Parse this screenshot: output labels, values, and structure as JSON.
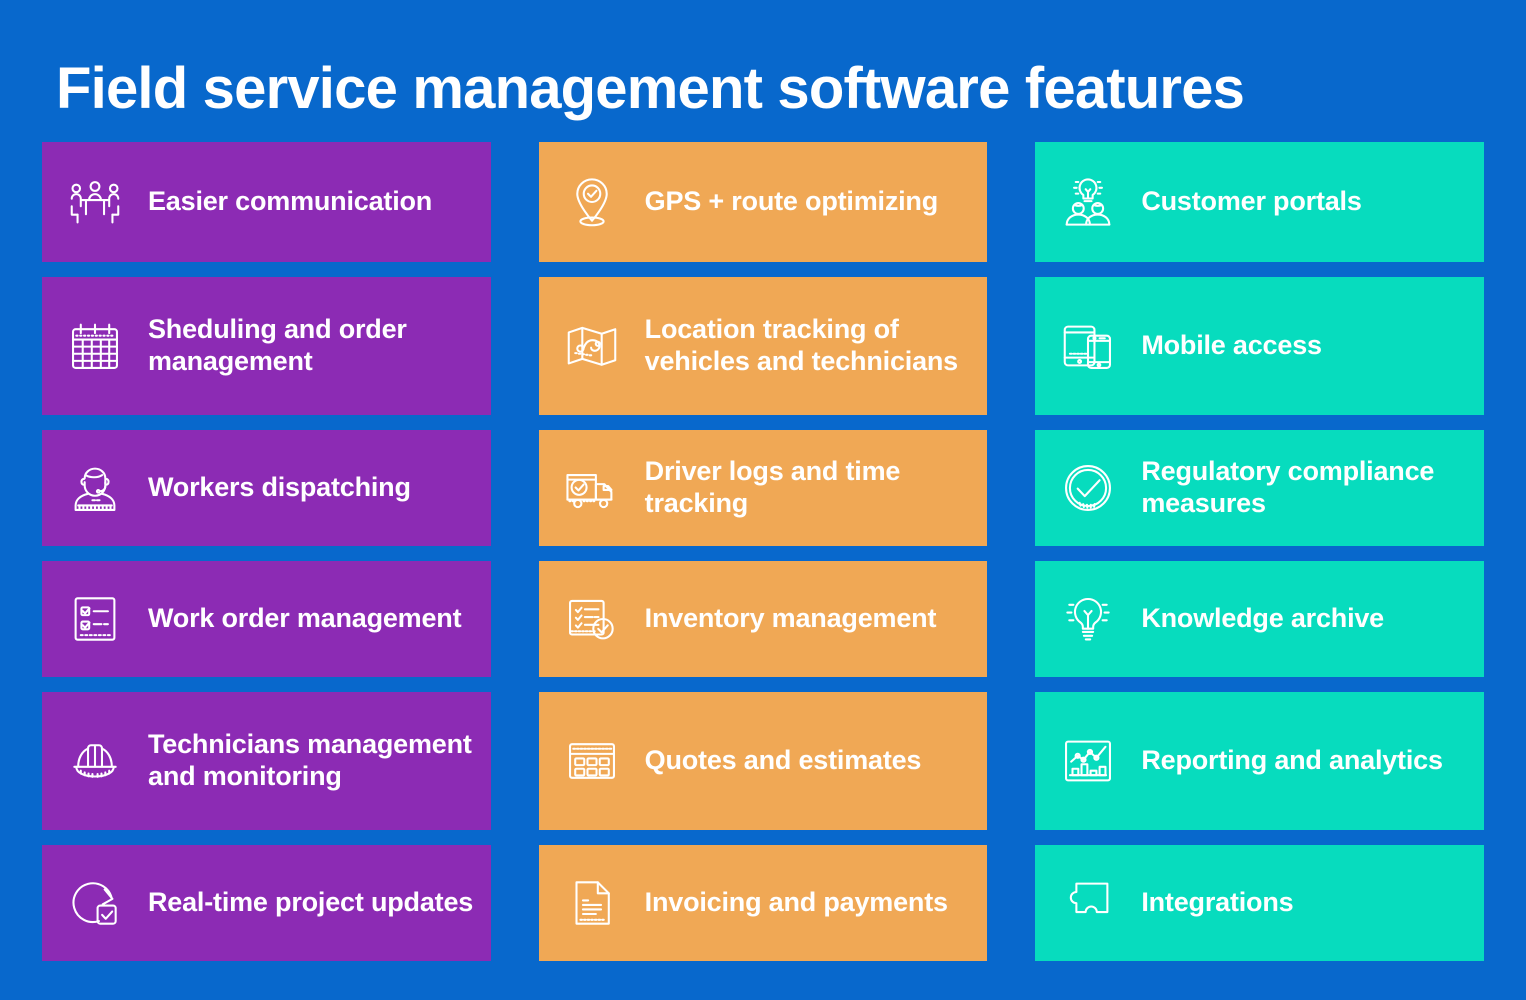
{
  "title": "Field service management software features",
  "colors": {
    "background": "#0868cc",
    "purple": "#8c2bb4",
    "orange": "#f0a855",
    "teal": "#07dcbe",
    "text": "#ffffff"
  },
  "columns": [
    {
      "name": "operations",
      "color": "purple",
      "cards": [
        {
          "icon": "meeting-people-icon",
          "label": "Easier communication"
        },
        {
          "icon": "calendar-icon",
          "label": "Sheduling and order management"
        },
        {
          "icon": "headset-worker-icon",
          "label": "Workers dispatching"
        },
        {
          "icon": "checklist-document-icon",
          "label": "Work order management"
        },
        {
          "icon": "hard-hat-icon",
          "label": "Technicians management and monitoring"
        },
        {
          "icon": "refresh-check-icon",
          "label": "Real-time project updates"
        }
      ]
    },
    {
      "name": "field-tracking",
      "color": "orange",
      "cards": [
        {
          "icon": "map-pin-check-icon",
          "label": "GPS + route optimizing"
        },
        {
          "icon": "map-route-icon",
          "label": "Location tracking of vehicles and technicians"
        },
        {
          "icon": "delivery-truck-check-icon",
          "label": "Driver logs and time tracking"
        },
        {
          "icon": "inventory-checklist-icon",
          "label": "Inventory management"
        },
        {
          "icon": "quote-grid-icon",
          "label": "Quotes and estimates"
        },
        {
          "icon": "invoice-document-icon",
          "label": "Invoicing and payments"
        }
      ]
    },
    {
      "name": "customer-facing",
      "color": "teal",
      "cards": [
        {
          "icon": "lightbulb-people-icon",
          "label": "Customer portals"
        },
        {
          "icon": "tablet-phone-icon",
          "label": "Mobile access"
        },
        {
          "icon": "check-circle-icon",
          "label": "Regulatory compliance measures"
        },
        {
          "icon": "lightbulb-icon",
          "label": "Knowledge archive"
        },
        {
          "icon": "chart-report-icon",
          "label": "Reporting and analytics"
        },
        {
          "icon": "puzzle-piece-icon",
          "label": "Integrations"
        }
      ]
    }
  ]
}
